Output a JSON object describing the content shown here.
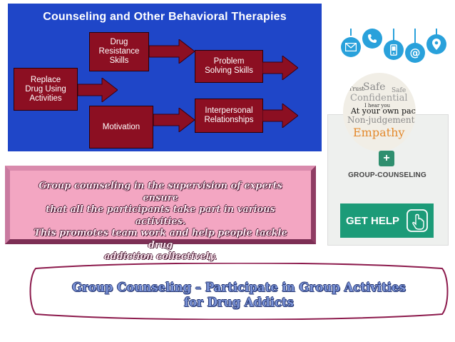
{
  "therapy": {
    "title": "Counseling and Other Behavioral Therapies",
    "boxes": {
      "drug_resistance": "Drug\nResistance\nSkills",
      "replace": "Replace\nDrug Using\nActivities",
      "problem_solving": "Problem\nSolving Skills",
      "interpersonal": "Interpersonal\nRelationships",
      "motivation": "Motivation"
    }
  },
  "contact_icons": [
    "mail-icon",
    "phone-icon",
    "mobile-icon",
    "at-sign-icon",
    "location-pin-icon"
  ],
  "card": {
    "wordcloud": {
      "words": [
        "Trust",
        "Safe",
        "Safe",
        "Confidential",
        "I hear you",
        "At your own pace",
        "Non-judgemental",
        "Empathy"
      ]
    },
    "plus": "+",
    "label": "GROUP-COUNSELING",
    "cta": "GET HELP"
  },
  "quote": {
    "line1": "Group counseling in the supervision of experts ensure",
    "line2": "that all the participants take part in various activities.",
    "line3": "This promotes team work and help people tackle drug",
    "line4": "addiction collectively."
  },
  "banner": {
    "line1": "Group Counseling – Participate in Group Activities",
    "line2": "for Drug Addicts"
  },
  "colors": {
    "panel_blue": "#1f46c8",
    "box_red": "#8c0f22",
    "icon_blue": "#29a1db",
    "cta_green": "#1c9b78",
    "quote_pink": "#f3a6c2"
  }
}
